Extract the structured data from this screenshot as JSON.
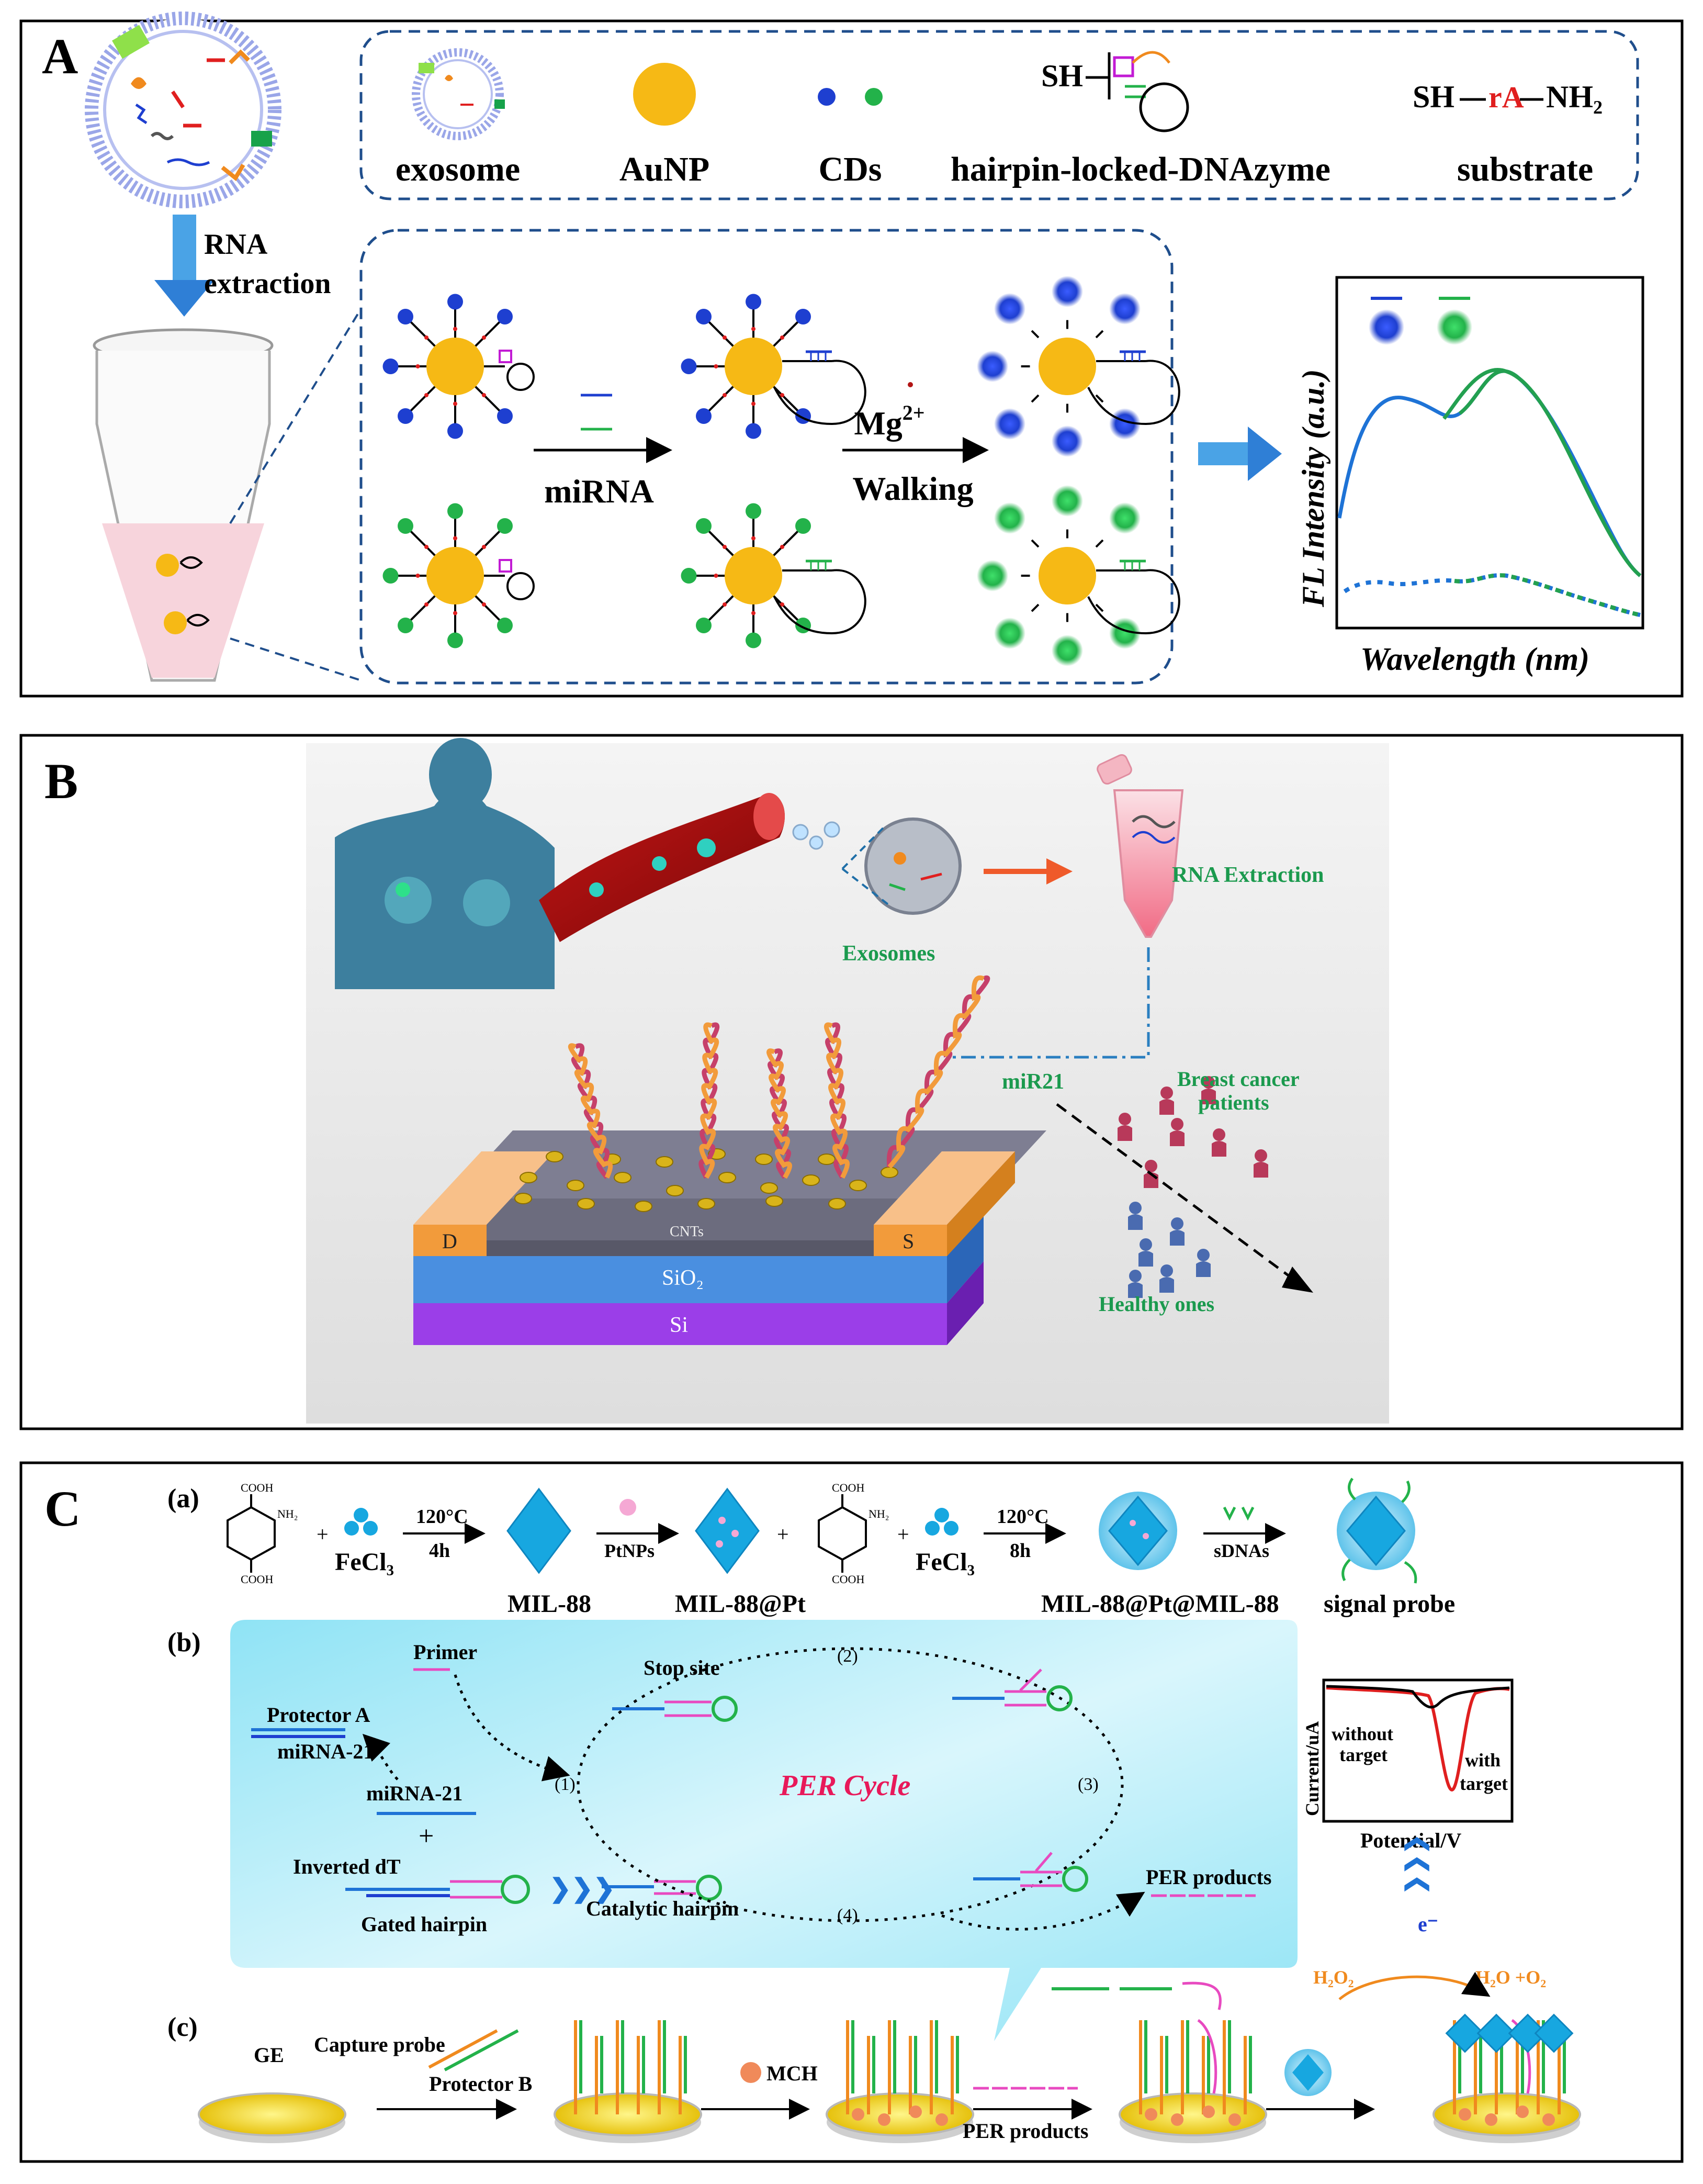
{
  "panelA": {
    "label": "A",
    "legend": {
      "exosome": "exosome",
      "aunp": "AuNP",
      "cds": "CDs",
      "hairpin": "hairpin-locked-DNAzyme",
      "substrate": "substrate",
      "sh1": "SH",
      "sh2": "SH",
      "ra": "rA",
      "nh2": "NH₂"
    },
    "rna_extraction_line1": "RNA",
    "rna_extraction_line2": "extraction",
    "mirna": "miRNA",
    "mg": "Mg",
    "mg_sup": "2+",
    "walking": "Walking",
    "graph_ylabel": "FL Intensity (a.u.)",
    "graph_xlabel": "Wavelength (nm)",
    "colors": {
      "blue": "#1e3fd0",
      "green": "#23b24a",
      "gold": "#f6b915",
      "frame": "#1f4e8c"
    }
  },
  "panelB": {
    "label": "B",
    "rna_extraction": "RNA Extraction",
    "exosomes": "Exosomes",
    "mir21": "miR21",
    "breast_cancer_line1": "Breast cancer",
    "breast_cancer_line2": "patients",
    "healthy": "Healthy ones",
    "d": "D",
    "s": "S",
    "cnts": "CNTs",
    "sio2": "SiO₂",
    "si": "Si"
  },
  "panelC": {
    "label": "C",
    "a_label": "(a)",
    "b_label": "(b)",
    "c_label": "(c)",
    "cooh1": "COOH",
    "cooh2": "COOH",
    "cooh3": "COOH",
    "cooh4": "COOH",
    "nh2a": "NH₂",
    "nh2b": "NH₂",
    "fecl3_1": "FeCl₃",
    "fecl3_2": "FeCl₃",
    "t1": "120°C",
    "h1": "4h",
    "mil88": "MIL-88",
    "ptnps": "PtNPs",
    "mil88pt": "MIL-88@Pt",
    "t2": "120°C",
    "h2": "8h",
    "mil88ptmil88": "MIL-88@Pt@MIL-88",
    "sdnas": "sDNAs",
    "signal_probe": "signal probe",
    "plus": "+",
    "primer": "Primer",
    "stop_site": "Stop site",
    "protector_a": "Protector A",
    "mirna21a": "miRNA-21",
    "mirna21b": "miRNA-21",
    "inverted_dt": "Inverted dT",
    "gated_hairpin": "Gated hairpin",
    "catalytic_hairpin": "Catalytic hairpin",
    "per_cycle": "PER Cycle",
    "per_products": "PER products",
    "step1": "(1)",
    "step2": "(2)",
    "step3": "(3)",
    "step4": "(4)",
    "current": "Current/uA",
    "potential": "Potential/V",
    "without_target_1": "without",
    "without_target_2": "target",
    "with_target_1": "with",
    "with_target_2": "target",
    "h2o2": "H₂O₂",
    "eminus": "e⁻",
    "h2o_o2": "H₂O +O₂",
    "ge": "GE",
    "capture_probe": "Capture probe",
    "protector_b": "Protector B",
    "mch": "MCH",
    "per_products2": "PER products"
  }
}
